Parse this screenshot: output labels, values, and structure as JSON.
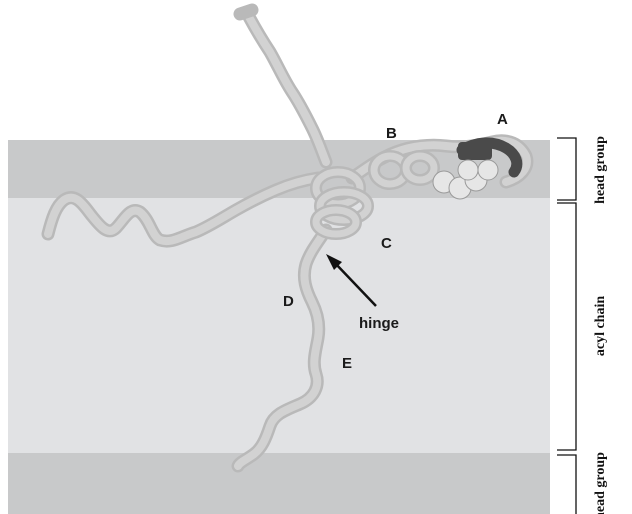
{
  "colors": {
    "head_band": "#c8c9ca",
    "acyl_band": "#e1e2e4",
    "tube_light": "#d2d2d2",
    "tube_mid": "#b9b9b9",
    "tube_dark": "#4a4a4a",
    "sphere": "#e6e6e6"
  },
  "labels": {
    "A": "A",
    "B": "B",
    "C": "C",
    "D": "D",
    "E": "E",
    "hinge": "hinge"
  },
  "regions": {
    "head_top": "head group",
    "acyl": "acyl chain",
    "head_bottom": "head group"
  },
  "icons": {
    "arrow": "arrow-icon"
  }
}
